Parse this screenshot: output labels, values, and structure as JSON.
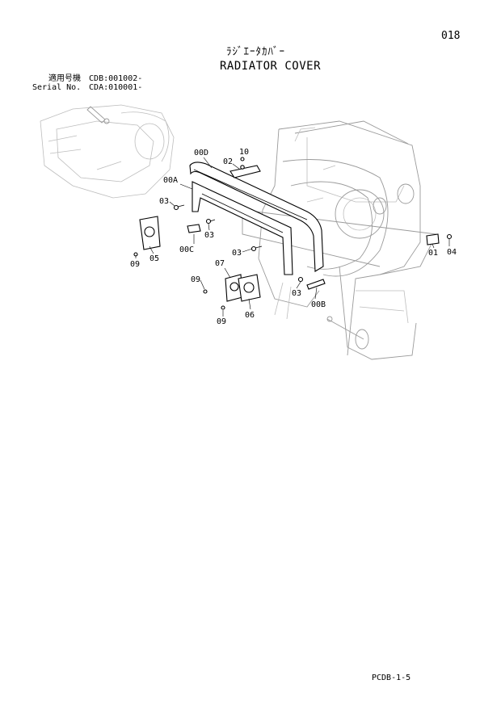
{
  "header": {
    "page_number": "018",
    "title_jp": "ﾗｼﾞｴｰﾀｶﾊﾞｰ",
    "title_en": "RADIATOR COVER"
  },
  "serials": [
    {
      "label": "適用号機",
      "value": "CDB:001002-"
    },
    {
      "label": "Serial No.",
      "value": "CDA:010001-"
    }
  ],
  "callouts": {
    "c00D": "00D",
    "c10": "10",
    "c02": "02",
    "c00A": "00A",
    "c03a": "03",
    "c03b": "03",
    "c03c": "03",
    "c03d": "03",
    "c00C": "00C",
    "c09a": "09",
    "c05": "05",
    "c07": "07",
    "c09b": "09",
    "c09c": "09",
    "c06": "06",
    "c00B": "00B",
    "c01": "01",
    "c04": "04"
  },
  "footer": {
    "code": "PCDB-1-5"
  }
}
